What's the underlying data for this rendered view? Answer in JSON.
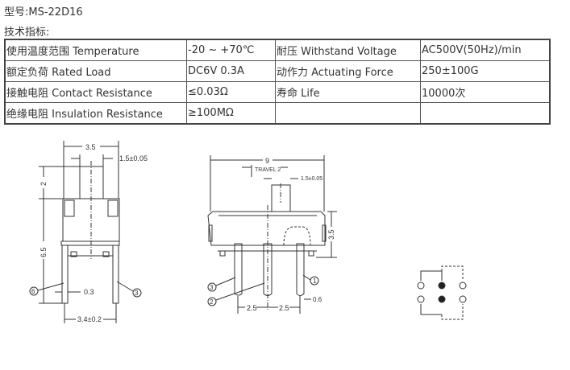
{
  "header": {
    "model": "型号:MS-22D16",
    "spec_title": "技术指标:"
  },
  "table": {
    "rows": [
      [
        "使用温度范围 Temperature",
        "-20 ~ +70℃",
        "耐压 Withstand Voltage",
        "AC500V(50Hz)/min"
      ],
      [
        "额定负荷 Rated Load",
        "DC6V 0.3A",
        "动作力 Actuating Force",
        "250±100G"
      ],
      [
        "接触电阻 Contact Resistance",
        "≤0.03Ω",
        "寿命 Life",
        "10000次"
      ],
      [
        "绝缘电阻 Insulation Resistance",
        "≥100MΩ",
        "",
        ""
      ]
    ]
  },
  "drawing_side": {
    "width": "3.5",
    "stem": "1.5±0.05",
    "stem_height": "2",
    "height": "6.5",
    "pin": "0.3",
    "pitch": "3.4±0.2",
    "pin_left": "6",
    "pin_right": "3"
  },
  "drawing_front": {
    "width": "9",
    "travel": "TRAVEL 2",
    "stem": "1.5±0.05",
    "height": "3.5",
    "pitch1": "2.5",
    "pitch2": "2.5",
    "pin_width": "0.6",
    "pin_a": "3",
    "pin_b": "2",
    "pin_c": "1"
  }
}
